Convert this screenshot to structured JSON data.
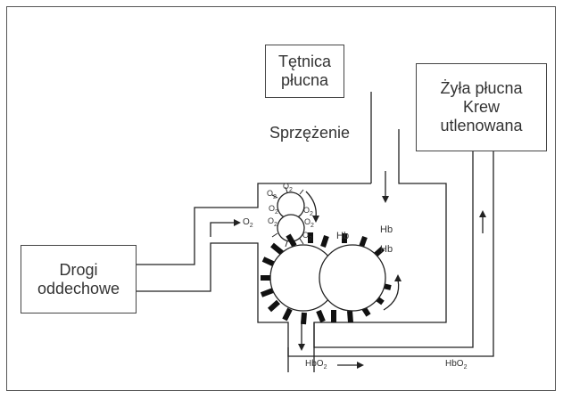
{
  "boxes": {
    "artery": [
      "Tętnica",
      "płucna"
    ],
    "vein": [
      "Żyła płucna",
      "Krew",
      "utlenowana"
    ],
    "airways": [
      "Drogi",
      "oddechowe"
    ]
  },
  "labels": {
    "coupling": "Sprzężenie",
    "o2_inflow": {
      "base": "O",
      "sub": "2"
    },
    "hb_top": "Hb",
    "hb_in_1": "Hb",
    "hb_in_2": "Hb",
    "hbo2_left": {
      "base": "HbO",
      "sub": "2"
    },
    "hbo2_right": {
      "base": "HbO",
      "sub": "2"
    }
  },
  "o2_molecules": {
    "base": "O",
    "sub": "2"
  }
}
